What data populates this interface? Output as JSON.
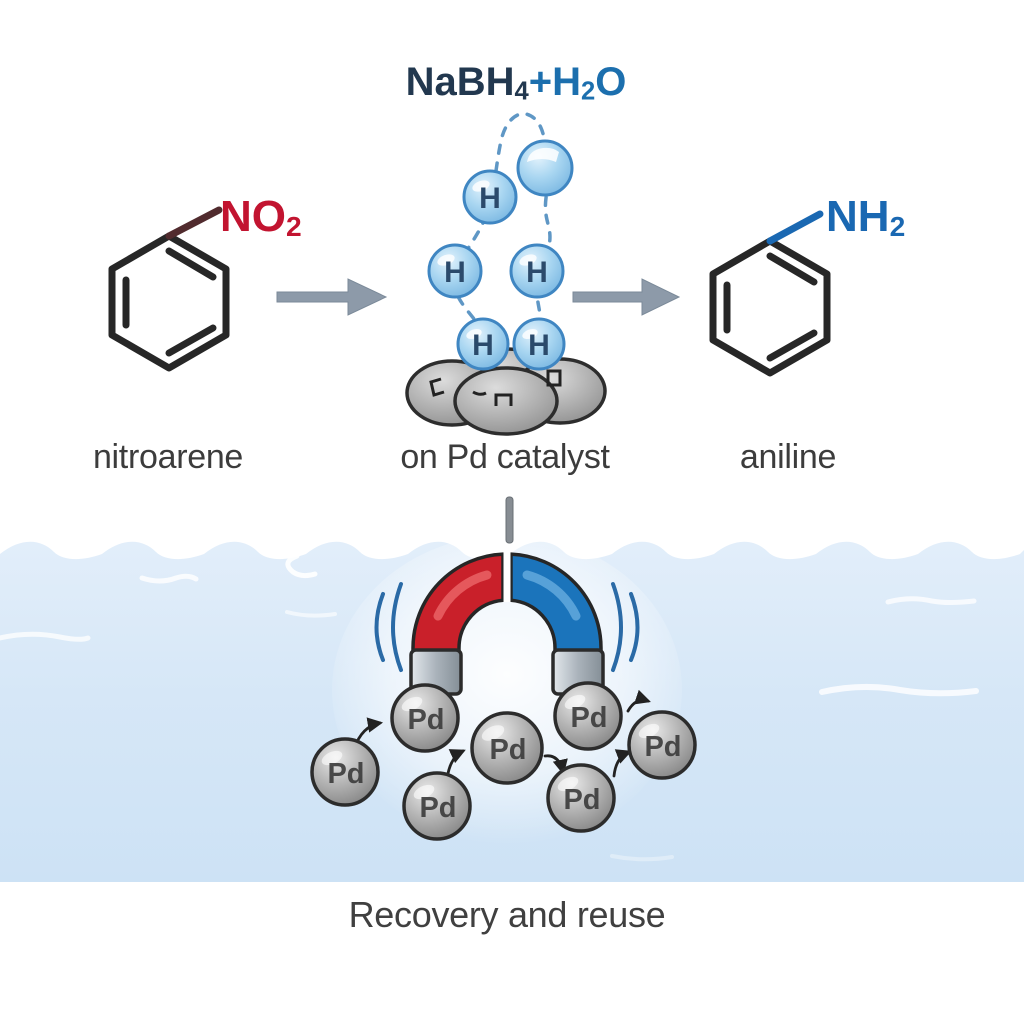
{
  "reaction": {
    "reagents": {
      "part1": "NaBH",
      "sub1": "4",
      "part2": "+H",
      "sub2": "2",
      "part3": "O"
    },
    "reactant": {
      "label": "nitroarene",
      "substituent": {
        "text": "NO",
        "sub": "2"
      }
    },
    "catalyst": {
      "label": "on Pd catalyst",
      "hydrogen_label": "H"
    },
    "product": {
      "label": "aniline",
      "substituent": {
        "text": "NH",
        "sub": "2"
      }
    }
  },
  "recovery": {
    "caption": "Recovery and reuse",
    "particle_label": "Pd"
  },
  "colors": {
    "no2_red": "#c21430",
    "nh2_blue": "#1a68b2",
    "reagent_dark": "#22384f",
    "reagent_blue": "#1c6fae",
    "magnet_red": "#c9202a",
    "magnet_blue": "#1b74bb",
    "water_blue": "#d8e8f7",
    "arrow_gray": "#8d9aa9",
    "bond_dark": "#272727"
  }
}
